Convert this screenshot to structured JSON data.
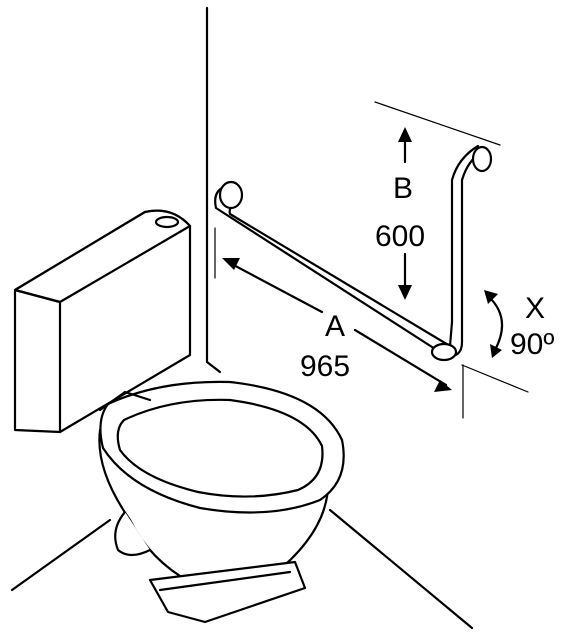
{
  "labels": {
    "a_letter": "A",
    "a_value": "965",
    "b_letter": "B",
    "b_value": "600",
    "x_letter": "X",
    "x_value": "90º"
  },
  "icons": [
    "toilet-illustration",
    "l-shaped-grab-rail",
    "dimension-arrow",
    "angle-arrow"
  ]
}
